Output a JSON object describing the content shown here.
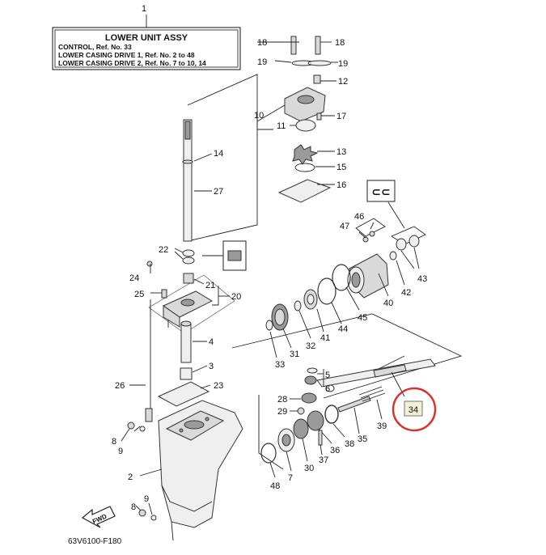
{
  "header_box": {
    "ref_number": "1",
    "title": "LOWER UNIT ASSY",
    "lines": [
      "CONTROL,  Ref. No. 33",
      "LOWER CASING DRIVE 1,  Ref. No. 2 to 48",
      "LOWER CASING DRIVE 2,  Ref. No. 7 to 10, 14"
    ]
  },
  "diagram_code": "63V6100-F180",
  "fwd_label": "FWD",
  "highlight": {
    "label": "34",
    "color": "#d9302b"
  },
  "callouts": [
    "18",
    "18",
    "19",
    "19",
    "12",
    "10",
    "11",
    "17",
    "13",
    "15",
    "16",
    "14",
    "27",
    "46",
    "47",
    "43",
    "42",
    "22",
    "24",
    "21",
    "25",
    "20",
    "40",
    "45",
    "44",
    "41",
    "32",
    "31",
    "33",
    "4",
    "3",
    "26",
    "23",
    "5",
    "6",
    "28",
    "29",
    "39",
    "35",
    "38",
    "36",
    "37",
    "30",
    "8",
    "9",
    "2",
    "7",
    "48",
    "9",
    "8"
  ]
}
